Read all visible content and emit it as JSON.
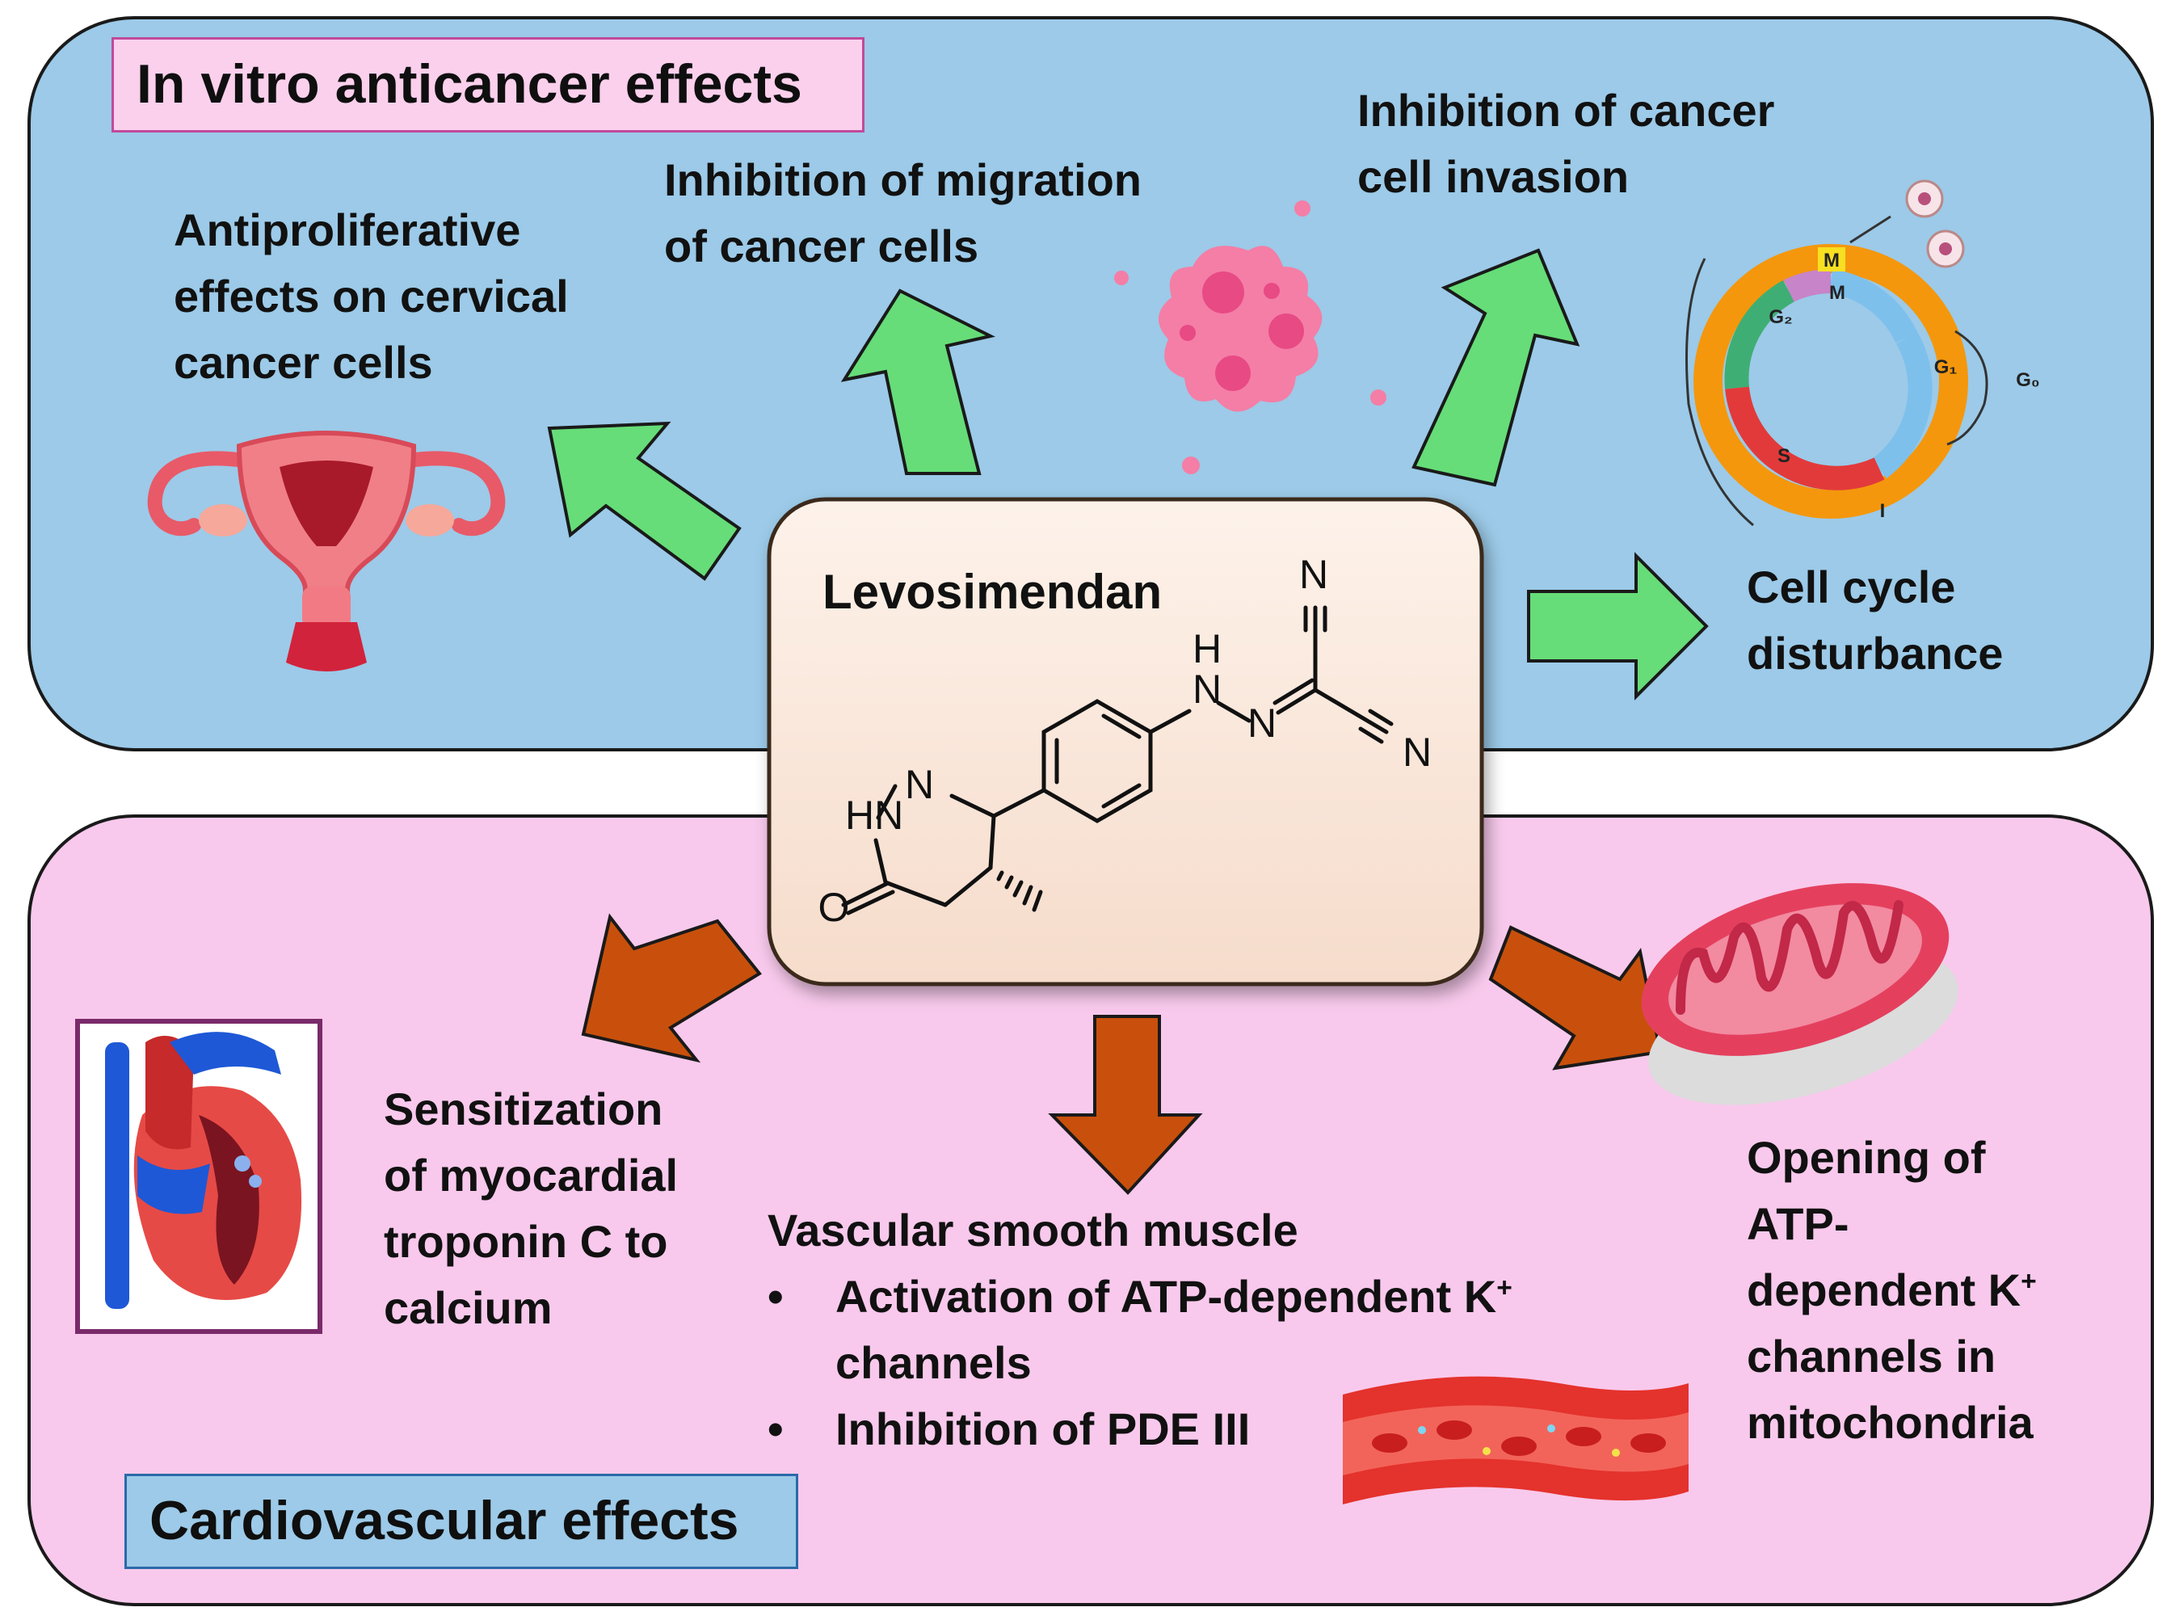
{
  "colors": {
    "top_panel": "#9ccae8",
    "bottom_panel": "#f8c9ec",
    "center_box": "#fbe8dc",
    "green_arrow": "#66dd78",
    "orange_arrow": "#c8500c",
    "top_tag_bg": "#fbd0ec",
    "bottom_tag_bg": "#9ccae8"
  },
  "top_panel": {
    "tag": "In vitro anticancer effects",
    "effects": [
      {
        "id": "antiproliferative",
        "lines": [
          "Antiproliferative",
          "effects on cervical",
          "cancer cells"
        ],
        "icon": "uterus-icon"
      },
      {
        "id": "migration",
        "lines": [
          "Inhibition of migration",
          "of cancer cells"
        ],
        "icon": "cancer-cell-icon"
      },
      {
        "id": "invasion",
        "lines": [
          "Inhibition of cancer",
          "cell invasion"
        ],
        "icon": "cancer-cell-icon"
      },
      {
        "id": "cell_cycle",
        "lines": [
          "Cell cycle",
          "disturbance"
        ],
        "icon": "cell-cycle-icon"
      }
    ],
    "cell_cycle_phases": [
      "M",
      "M",
      "G₂",
      "G₁",
      "G₀",
      "S",
      "I"
    ]
  },
  "center": {
    "drug": "Levosimendan",
    "atoms": [
      "N",
      "H",
      "N",
      "N",
      "N",
      "HN",
      "N",
      "O"
    ]
  },
  "bottom_panel": {
    "tag": "Cardiovascular effects",
    "effects": {
      "myocardial": {
        "lines": [
          "Sensitization",
          "of myocardial",
          "troponin C to",
          "calcium"
        ],
        "icon": "heart-icon"
      },
      "vascular": {
        "title": "Vascular smooth muscle",
        "bullets": [
          {
            "text": "Activation of ATP-dependent  K",
            "sup": "+",
            "cont": "channels"
          },
          {
            "text": "Inhibition of PDE III"
          }
        ],
        "icon": "blood-vessel-icon"
      },
      "mitochondria": {
        "lines": [
          "Opening of",
          "ATP-",
          "dependent  K",
          "channels in",
          "mitochondria"
        ],
        "sup": "+",
        "icon": "mitochondrion-icon"
      }
    }
  }
}
